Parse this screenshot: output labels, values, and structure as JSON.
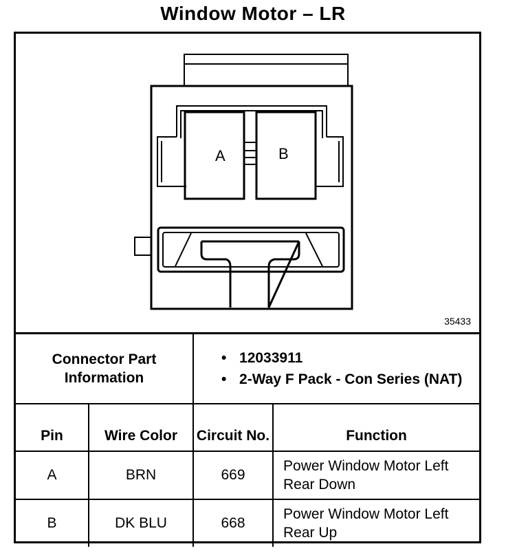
{
  "title": "Window Motor – LR",
  "figure_number": "35433",
  "diagram": {
    "cavity_a_label": "A",
    "cavity_b_label": "B"
  },
  "connector_info": {
    "label": "Connector Part Information",
    "values": [
      "12033911",
      "2-Way F Pack - Con Series (NAT)"
    ]
  },
  "table": {
    "headers": {
      "pin": "Pin",
      "wire_color": "Wire Color",
      "circuit_no": "Circuit No.",
      "function": "Function"
    },
    "rows": [
      {
        "pin": "A",
        "wire_color": "BRN",
        "circuit": "669",
        "function": "Power Window Motor Left Rear Down"
      },
      {
        "pin": "B",
        "wire_color": "DK BLU",
        "circuit": "668",
        "function": "Power Window Motor Left Rear Up"
      }
    ]
  },
  "colors": {
    "ink": "#000000",
    "paper": "#ffffff"
  }
}
